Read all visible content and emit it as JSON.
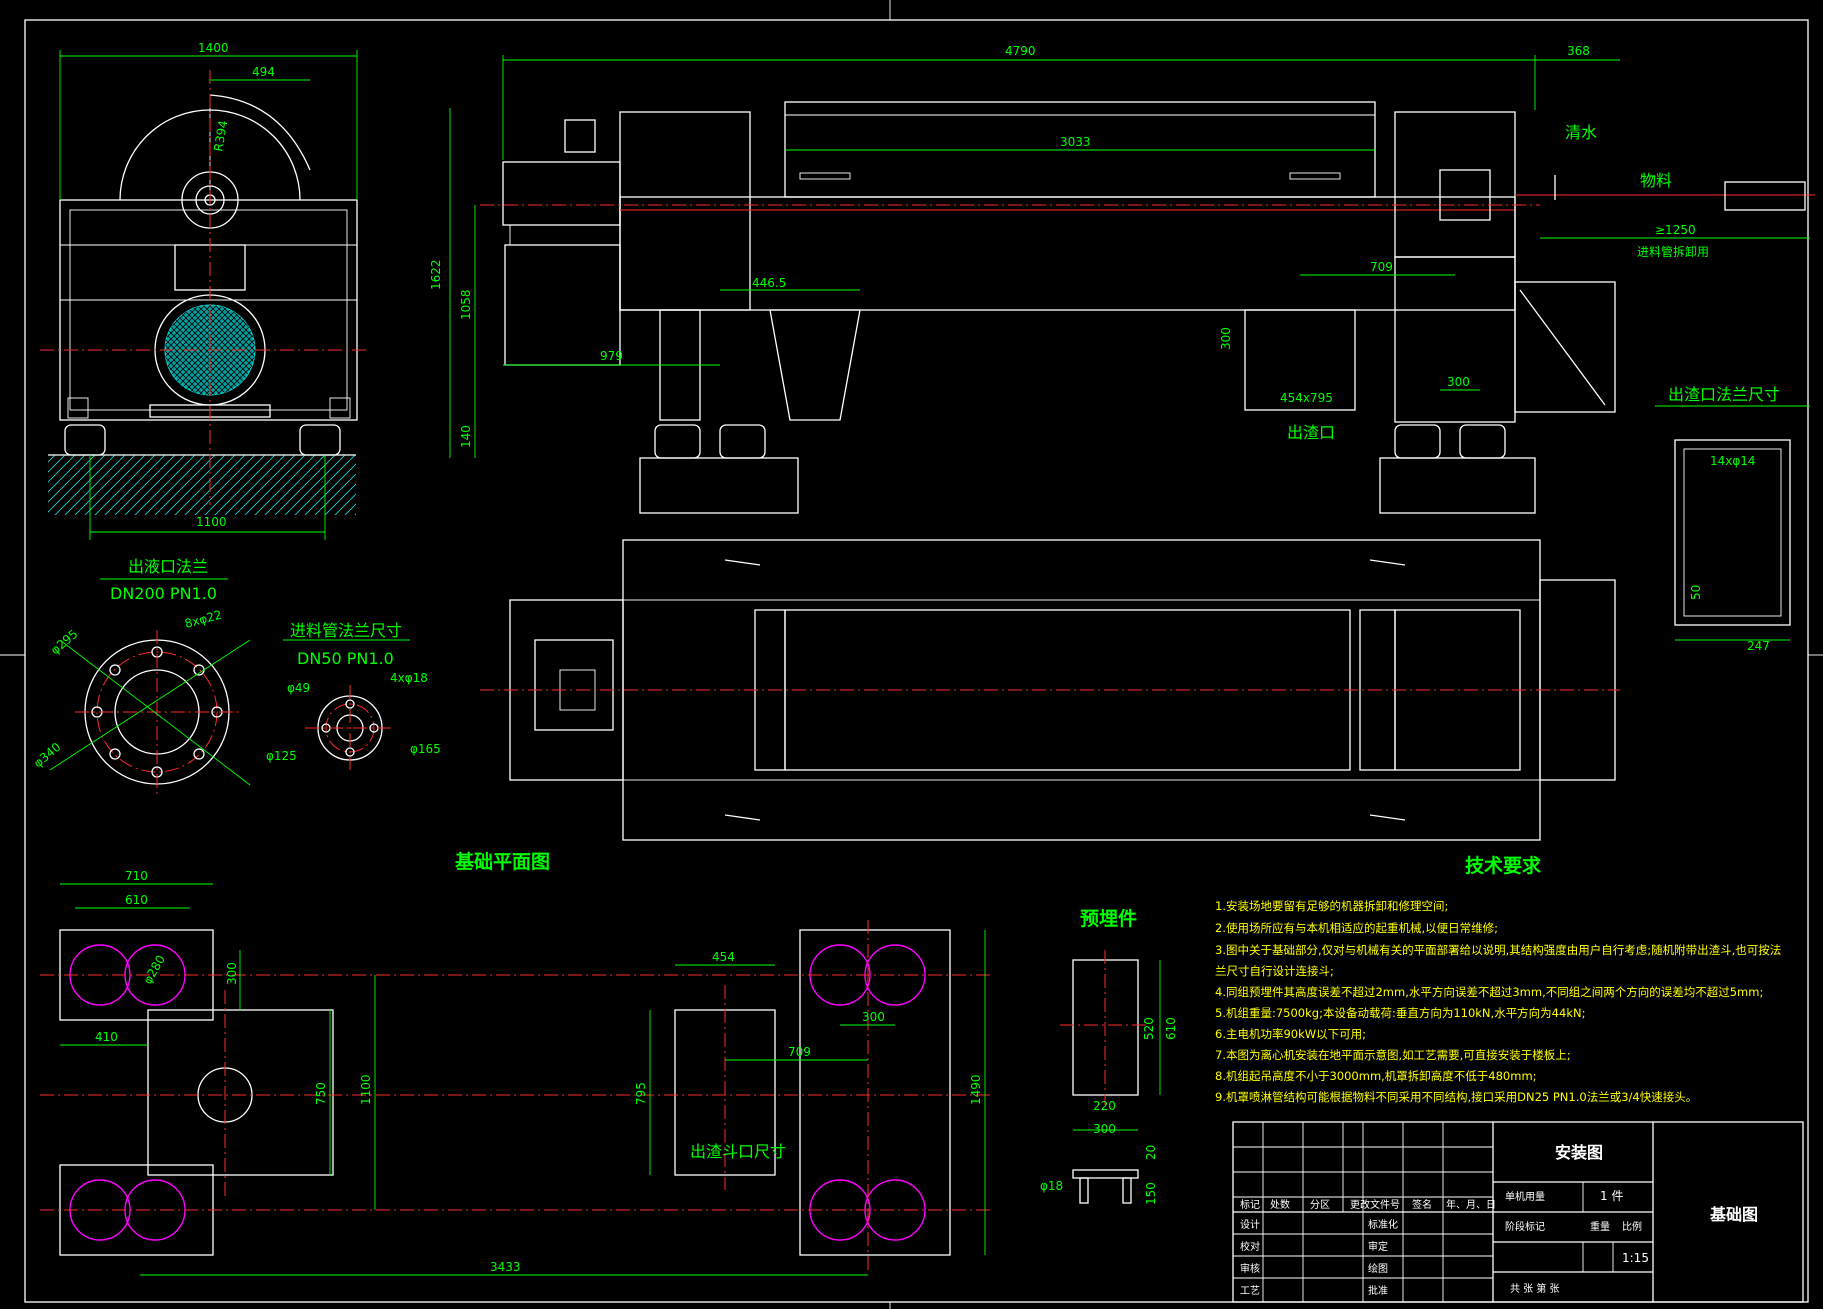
{
  "dims": {
    "front_width": "1400",
    "front_top_sub": "494",
    "front_radius": "R394",
    "front_base": "1100",
    "side_total": "4790",
    "side_right": "368",
    "side_bowl": "3033",
    "side_height_total": "1622",
    "side_height_axis": "1058",
    "side_base": "140",
    "side_446": "446.5",
    "side_979": "979",
    "side_709": "709",
    "side_300a": "300",
    "side_300b": "300",
    "side_454x795": "454x795",
    "side_1250": "≥1250",
    "flange_phi295": "φ295",
    "flange_8x22": "8xφ22",
    "flange_phi340": "φ340",
    "feed_phi49": "φ49",
    "feed_4x18": "4xφ18",
    "feed_phi125": "φ125",
    "feed_phi165": "φ165",
    "slag_14x14": "14xφ14",
    "slag_50": "50",
    "slag_247": "247",
    "fnd_710": "710",
    "fnd_610": "610",
    "fnd_phi280": "φ280",
    "fnd_300a": "300",
    "fnd_410": "410",
    "fnd_750": "750",
    "fnd_1100": "1100",
    "fnd_454": "454",
    "fnd_795": "795",
    "fnd_300b": "300",
    "fnd_709": "709",
    "fnd_1490": "1490",
    "fnd_3433": "3433",
    "emb_520": "520",
    "emb_610": "610",
    "emb_220": "220",
    "emb_300": "300",
    "emb_20": "20",
    "emb_150": "150",
    "emb_phi18": "φ18"
  },
  "labels": {
    "clean_water": "清水",
    "material": "物料",
    "feed_pipe_removal": "进料管拆卸用",
    "slag_outlet": "出渣口",
    "liquid_flange_title": "出液口法兰",
    "liquid_flange_spec": "DN200 PN1.0",
    "feed_flange_title": "进料管法兰尺寸",
    "feed_flange_spec": "DN50 PN1.0",
    "slag_flange_title": "出渣口法兰尺寸",
    "foundation_plan_title": "基础平面图",
    "tech_req_title": "技术要求",
    "embedded_title": "预埋件",
    "hopper_size": "出渣斗口尺寸"
  },
  "tech_requirements": [
    "1.安装场地要留有足够的机器拆卸和修理空间;",
    "2.使用场所应有与本机相适应的起重机械,以便日常维修;",
    "3.图中关于基础部分,仅对与机械有关的平面部署给以说明,其结构强度由用户自行考虑;随机附带出渣斗,也可按法",
    "兰尺寸自行设计连接斗;",
    "4.同组预埋件其高度误差不超过2mm,水平方向误差不超过3mm,不同组之间两个方向的误差均不超过5mm;",
    "5.机组重量:7500kg;本设备动载荷:垂直方向为110kN,水平方向为44kN;",
    "6.主电机功率90kW以下可用;",
    "7.本图为离心机安装在地平面示意图,如工艺需要,可直接安装于楼板上;",
    "8.机组起吊高度不小于3000mm,机罩拆卸高度不低于480mm;",
    "9.机罩喷淋管结构可能根据物料不同采用不同结构,接口采用DN25 PN1.0法兰或3/4快速接头。"
  ],
  "title_block": {
    "drawing_name": "安装图",
    "quantity_label": "单机用量",
    "quantity": "1 件",
    "part_name": "基础图",
    "stage_mark": "阶段标记",
    "weight": "重量",
    "scale_label": "比例",
    "scale": "1:15",
    "sheets": "共  张  第  张",
    "rev_cols": [
      "标记",
      "处数",
      "分区",
      "更改文件号",
      "签名",
      "年、月、日"
    ],
    "designer": "设计",
    "standardization": "标准化",
    "checker": "校对",
    "reviewer": "审核",
    "audit": "审定",
    "draftsman": "绘图",
    "process": "工艺",
    "approve": "批准"
  }
}
